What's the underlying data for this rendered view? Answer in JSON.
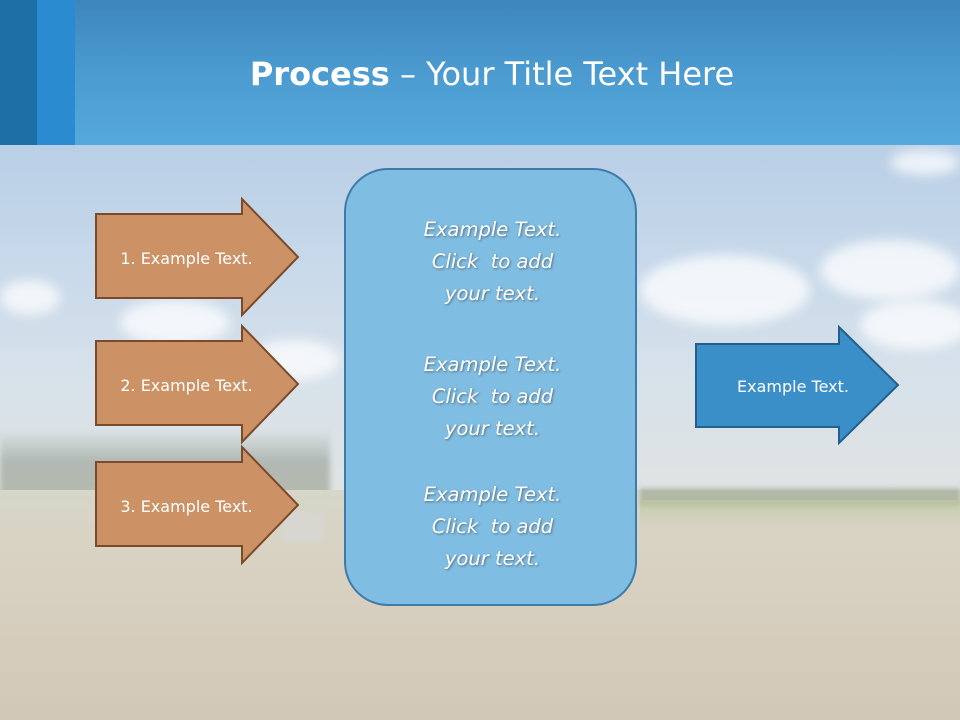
{
  "slide": {
    "title_bold": "Process",
    "title_rest": " – Your Title Text Here"
  },
  "left_arrows": [
    {
      "label": "1. Example Text."
    },
    {
      "label": "2. Example Text."
    },
    {
      "label": "3. Example Text."
    }
  ],
  "center_box": {
    "blocks": [
      {
        "lines": [
          "Example Text.",
          "Click  to add",
          "your text."
        ]
      },
      {
        "lines": [
          "Example Text.",
          "Click  to add",
          "your text."
        ]
      },
      {
        "lines": [
          "Example Text.",
          "Click  to add",
          "your text."
        ]
      }
    ]
  },
  "right_arrow": {
    "label": "Example Text."
  },
  "colors": {
    "header": "#4b9bd0",
    "header_bar_dark": "#1e6fa6",
    "header_bar_mid": "#2a8bd0",
    "arrow_brown_fill": "#cc9266",
    "arrow_brown_stroke": "#7a4a2a",
    "arrow_blue_fill": "#3b8fc8",
    "arrow_blue_stroke": "#245e8c",
    "center_box_fill": "#7fbde3",
    "center_box_stroke": "#3f7ba8"
  }
}
